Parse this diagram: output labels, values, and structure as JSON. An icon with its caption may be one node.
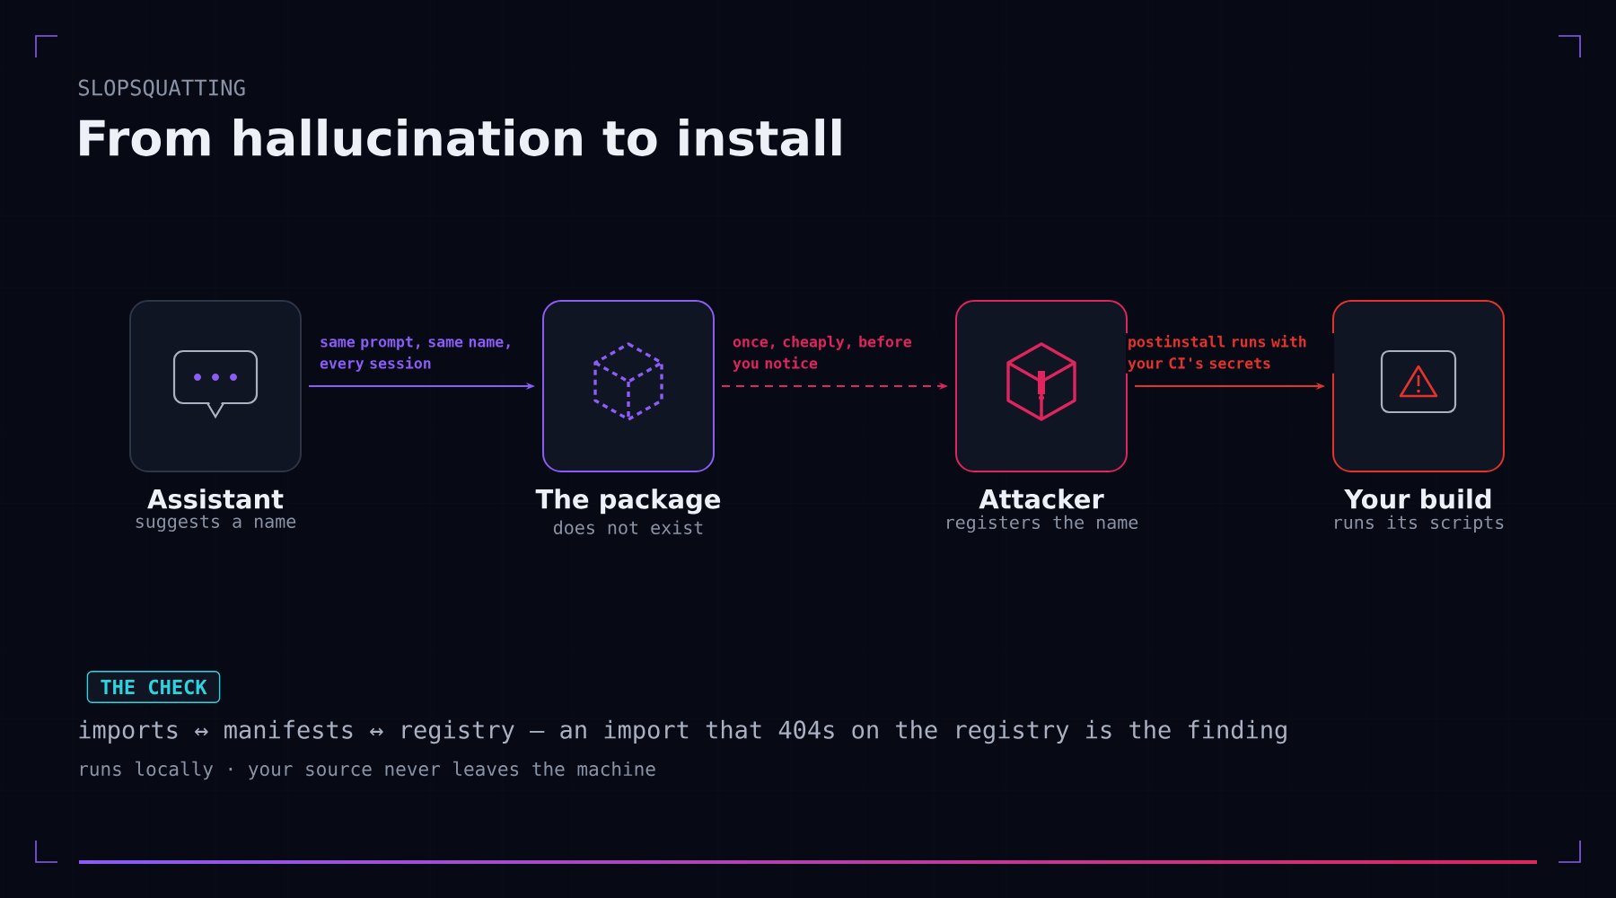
{
  "diagram": {
    "title": "From hallucination to install",
    "nodes": [
      {
        "text": [
          "Assistant",
          "suggests a name"
        ]
      },
      {
        "text": [
          "The package",
          "does not exist"
        ]
      },
      {
        "text": [
          "Attacker",
          "registers the name"
        ]
      },
      {
        "text": [
          "Your build",
          "runs its scripts"
        ]
      },
      {
        "text": [
          "THE CHECK"
        ]
      }
    ],
    "edges": [
      {
        "from": 0,
        "to": 1,
        "arrow": "to",
        "label": "same prompt, same name, every session",
        "color": "#8b5cf6"
      },
      {
        "from": 1,
        "to": 2,
        "arrow": "to",
        "label": "once, cheaply, before you notice",
        "style": "dashed",
        "color": "#e0245e"
      },
      {
        "from": 2,
        "to": 3,
        "arrow": "to",
        "label": "postinstall runs with your CI's secrets",
        "color": "#e5322d"
      }
    ],
    "labels": [
      "SLOPSQUATTING",
      "imports  ↔  manifests  ↔  registry  —  an import that 404s on the registry is the finding",
      "runs locally · your source never leaves the machine"
    ]
  }
}
